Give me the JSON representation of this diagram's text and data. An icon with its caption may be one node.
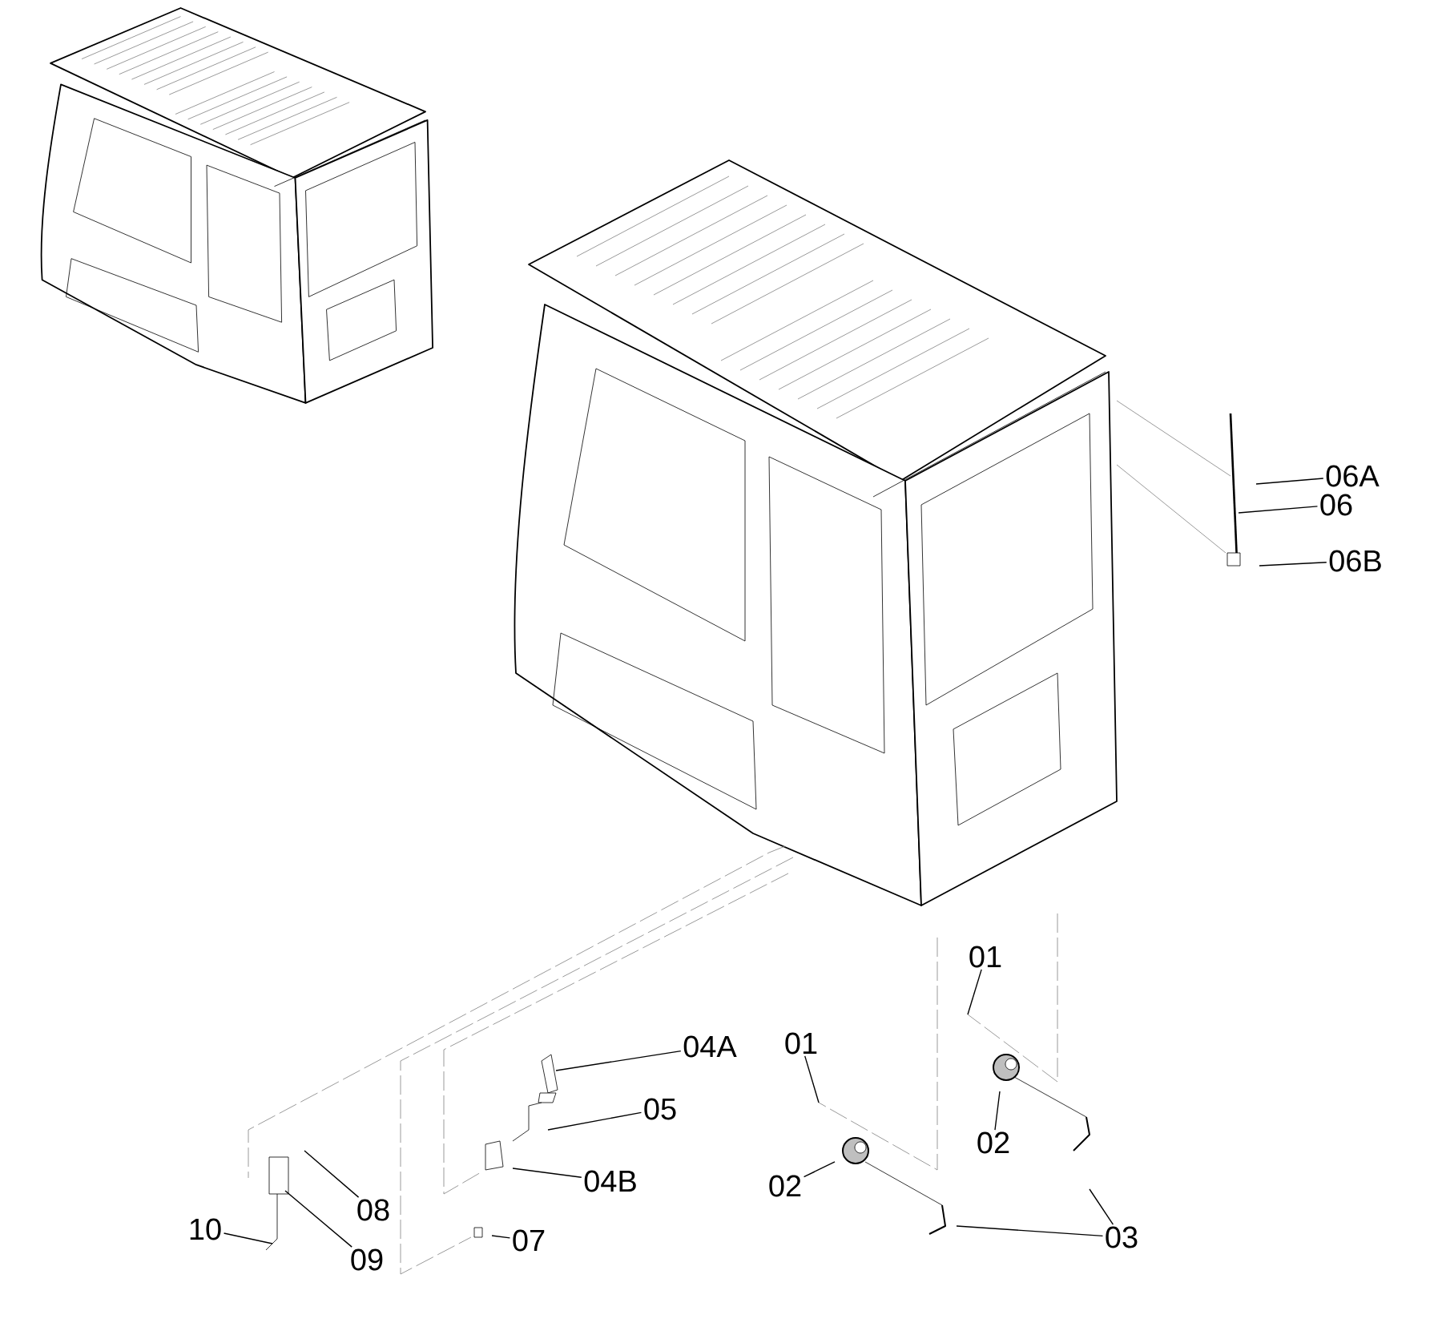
{
  "diagram": {
    "nodes": [
      {
        "text": [
          "06A"
        ]
      },
      {
        "text": [
          "06"
        ]
      },
      {
        "text": [
          "06B"
        ]
      },
      {
        "text": [
          "01"
        ]
      },
      {
        "text": [
          "01"
        ]
      },
      {
        "text": [
          "04A"
        ]
      },
      {
        "text": [
          "05"
        ]
      },
      {
        "text": [
          "02"
        ]
      },
      {
        "text": [
          "04B"
        ]
      },
      {
        "text": [
          "02"
        ]
      },
      {
        "text": [
          "08"
        ]
      },
      {
        "text": [
          "10"
        ]
      },
      {
        "text": [
          "03"
        ]
      },
      {
        "text": [
          "07"
        ]
      },
      {
        "text": [
          "09"
        ]
      }
    ],
    "edges": [
      {
        "from": 0,
        "to": null,
        "arrow": "none"
      },
      {
        "from": 1,
        "to": null,
        "arrow": "none"
      },
      {
        "from": 2,
        "to": null,
        "arrow": "none"
      },
      {
        "from": 3,
        "to": null,
        "arrow": "none"
      },
      {
        "from": 4,
        "to": null,
        "arrow": "none"
      },
      {
        "from": 5,
        "to": null,
        "arrow": "none"
      },
      {
        "from": 6,
        "to": null,
        "arrow": "none"
      },
      {
        "from": 7,
        "to": null,
        "arrow": "none"
      },
      {
        "from": 8,
        "to": null,
        "arrow": "none"
      },
      {
        "from": 9,
        "to": null,
        "arrow": "none"
      },
      {
        "from": 10,
        "to": null,
        "arrow": "none"
      },
      {
        "from": 11,
        "to": null,
        "arrow": "none"
      },
      {
        "from": 12,
        "to": null,
        "arrow": "none"
      },
      {
        "from": 12,
        "to": null,
        "arrow": "none"
      },
      {
        "from": 13,
        "to": null,
        "arrow": "none"
      },
      {
        "from": 14,
        "to": null,
        "arrow": "none"
      }
    ]
  }
}
